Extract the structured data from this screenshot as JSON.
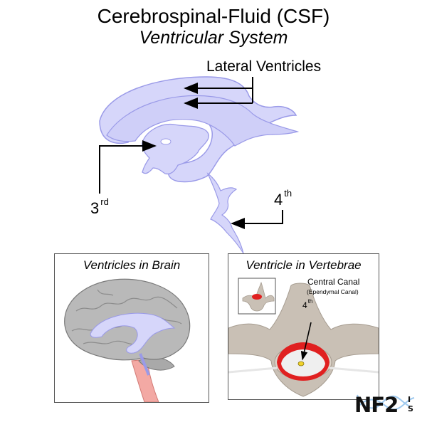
{
  "title": "Cerebrospinal-Fluid (CSF)",
  "subtitle": "Ventricular System",
  "labels": {
    "lateral_ventricles": "Lateral Ventricles",
    "third": {
      "num": "3",
      "suffix": "rd"
    },
    "fourth": {
      "num": "4",
      "suffix": "th"
    }
  },
  "panels": {
    "brain": {
      "title": "Ventricles in Brain"
    },
    "vertebrae": {
      "title": "Ventricle in Vertebrae",
      "central_canal": "Central Canal",
      "central_canal_sub": "(Ependymal Canal)",
      "fourth": {
        "num": "4",
        "suffix": "th"
      }
    }
  },
  "logo": {
    "text": "NF2",
    "side": [
      "I",
      "S"
    ]
  },
  "colors": {
    "ventricle_fill": "#d6d6fa",
    "ventricle_stroke": "#9a9ae8",
    "brain_gray": "#b9b9b9",
    "vertebra_beige": "#c9c0b5",
    "spinal_red": "#e02020"
  }
}
